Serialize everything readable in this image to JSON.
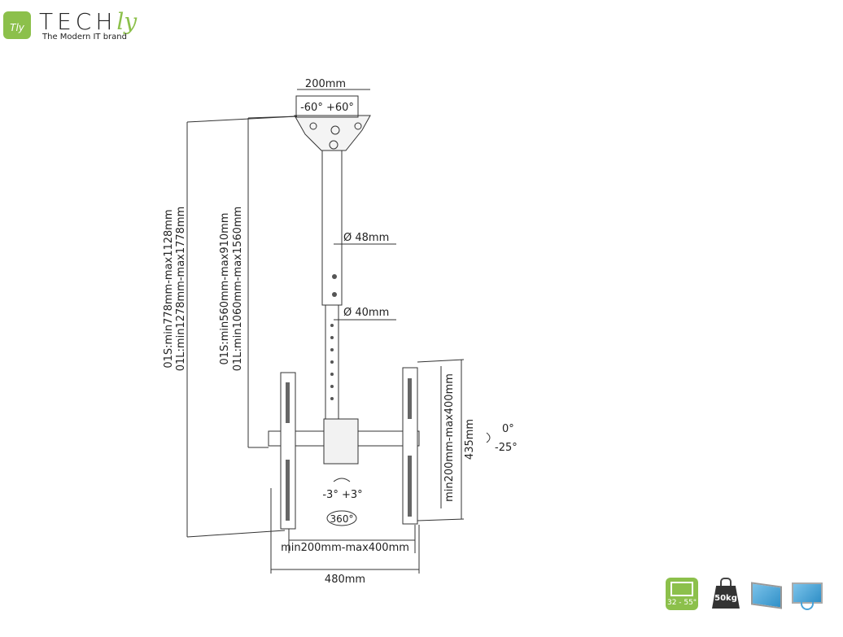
{
  "brand": {
    "logo_mark": "Tly",
    "name_main": "TECH",
    "name_accent": "ly",
    "tagline": "The Modern IT brand",
    "color": "#8cc04b"
  },
  "diagram": {
    "top_width": "200mm",
    "swivel": "-60° +60°",
    "pole_outer": "Ø 48mm",
    "pole_inner": "Ø 40mm",
    "overall_short": "01S:min778mm-max1128mm",
    "overall_long": "01L:min1278mm-max1778mm",
    "pole_short": "01S:min560mm-max910mm",
    "pole_long": "01L:min1060mm-max1560mm",
    "vesa_vertical": "min200mm-max400mm",
    "bracket_height": "435mm",
    "tilt_top": "0°",
    "tilt_bottom": "-25°",
    "level": "-3° +3°",
    "rotation": "360°",
    "vesa_horizontal": "min200mm-max400mm",
    "bracket_width": "480mm"
  },
  "badges": {
    "screen_size": "32 - 55\"",
    "max_load": "50kg"
  }
}
